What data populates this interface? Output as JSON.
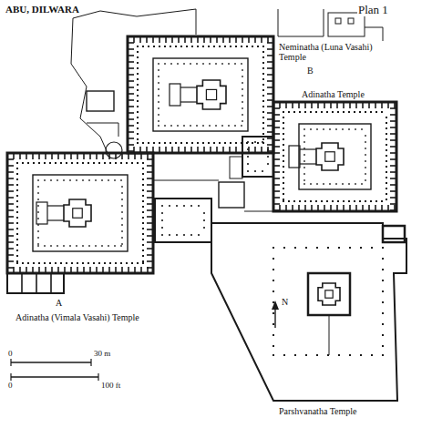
{
  "diagram": {
    "title": "ABU, DILWARA",
    "labels": [
      "Plan 1",
      "Neminatha (Luna Vasahi) Temple",
      "B",
      "Adinatha Temple",
      "Adinatha (Vimala Vasahi) Temple",
      "A",
      "N",
      "0",
      "30 m",
      "0",
      "100 ft",
      "Parshvanatha Temple"
    ]
  }
}
